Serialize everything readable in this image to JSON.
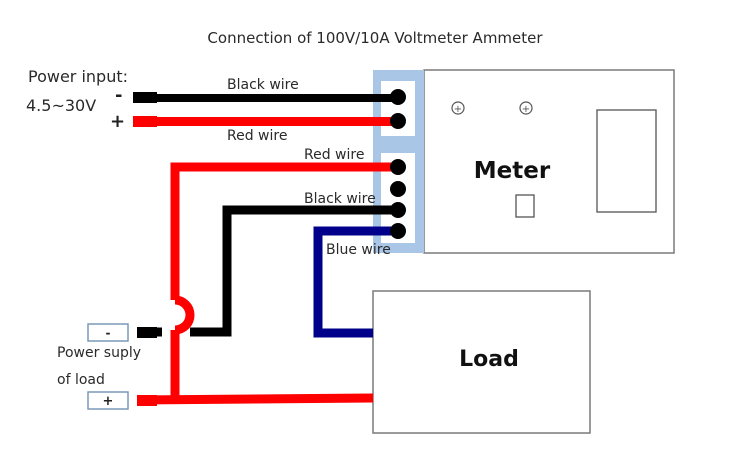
{
  "title": "Connection of 100V/10A Voltmeter Ammeter",
  "power_input": {
    "label": "Power input:",
    "range": "4.5~30V",
    "minus": "-",
    "plus": "+"
  },
  "wires": {
    "top_black": "Black wire",
    "top_red": "Red wire",
    "mid_red": "Red wire",
    "mid_black": "Black wire",
    "mid_blue": "Blue wire"
  },
  "meter": {
    "label": "Meter",
    "screw_glyph": "+"
  },
  "load": {
    "label": "Load"
  },
  "load_power": {
    "label_line1": "Power suply",
    "label_line2": "of load",
    "minus": "-",
    "plus": "+"
  },
  "colors": {
    "red_wire": "#ff0000",
    "black_wire": "#000000",
    "blue_wire": "#00008b",
    "terminal_block": "#a9c6e6",
    "box_border": "#7a7a7a"
  }
}
